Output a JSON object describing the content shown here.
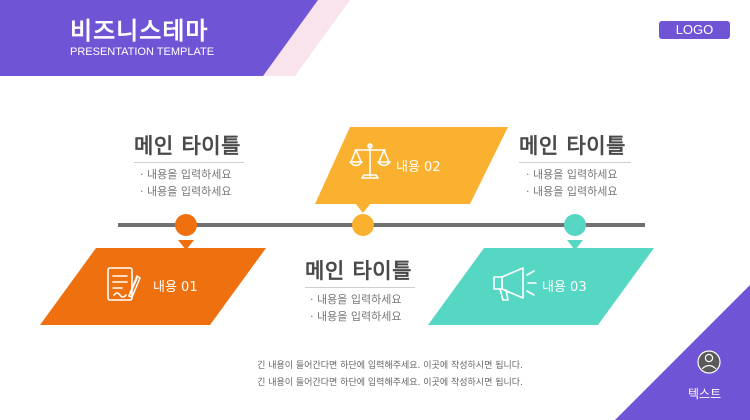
{
  "header": {
    "title": "비즈니스테마",
    "subtitle": "PRESENTATION TEMPLATE",
    "logo_label": "LOGO"
  },
  "colors": {
    "purple": "#6f55d6",
    "pink": "#f9e3ec",
    "orange": "#ef700f",
    "yellow": "#fbb130",
    "teal": "#55d7c4",
    "timeline": "#707070"
  },
  "items": [
    {
      "label": "내용 01",
      "icon": "contract-icon",
      "heading": "메인 타이틀",
      "bullets": [
        "· 내용을 입력하세요",
        "· 내용을 입력하세요"
      ]
    },
    {
      "label": "내용 02",
      "icon": "scales-icon",
      "heading": "메인 타이틀",
      "bullets": [
        "· 내용을 입력하세요",
        "· 내용을 입력하세요"
      ]
    },
    {
      "label": "내용 03",
      "icon": "megaphone-icon",
      "heading": "메인 타이틀",
      "bullets": [
        "· 내용을 입력하세요",
        "· 내용을 입력하세요"
      ]
    }
  ],
  "note_lines": [
    "긴 내용이 들어간다면 하단에 입력해주세요. 이곳에 작성하시면 됩니다.",
    "긴 내용이 들어간다면 하단에 입력해주세요. 이곳에 작성하시면 됩니다."
  ],
  "footer": {
    "icon": "person-icon",
    "label": "텍스트"
  }
}
